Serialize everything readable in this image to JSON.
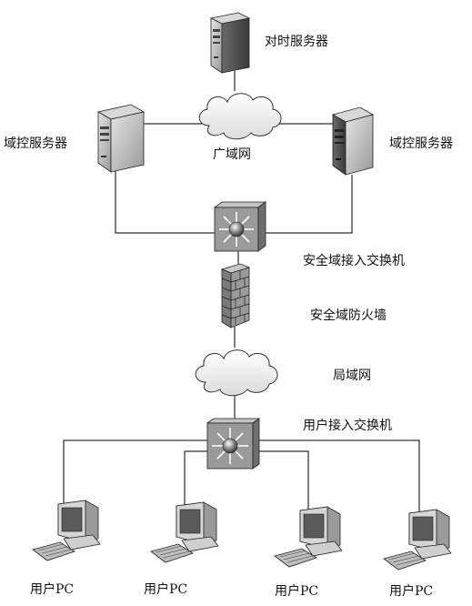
{
  "labels": {
    "time_server": "对时服务器",
    "domain_server_left": "域控服务器",
    "domain_server_right": "域控服务器",
    "wan": "广域网",
    "security_switch": "安全域接入交换机",
    "firewall": "安全域防火墙",
    "lan": "局域网",
    "user_switch": "用户接入交换机",
    "pc1": "用户PC",
    "pc2": "用户PC",
    "pc3": "用户PC",
    "pc4": "用户PC"
  },
  "icons": {
    "server": "server-tower-icon",
    "cloud": "cloud-icon",
    "switch": "layer3-switch-icon",
    "firewall": "brick-firewall-icon",
    "pc": "desktop-pc-icon"
  },
  "colors": {
    "line": "#000000",
    "switch_face": "#9a9a9a",
    "server_body": "#b8b8b8",
    "cloud_fill": "#ffffff",
    "firewall_brick": "#8f8f8f"
  }
}
